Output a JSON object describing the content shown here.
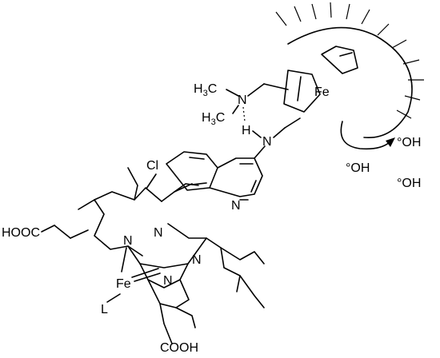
{
  "labels": {
    "h3c_top": "H",
    "h3c_top_sub": "3",
    "h3c_top_c": "C",
    "h3c_bot": "H",
    "h3c_bot_sub": "3",
    "h3c_bot_c": "C",
    "n_amine": "N",
    "h_bond": "H",
    "nh_link": "N",
    "h_link": "H",
    "fe_ferrocene": "Fe",
    "cl": "Cl",
    "n_quinoline": "N",
    "hooc": "HOOC",
    "n_porph_1": "N",
    "n_porph_2": "N",
    "n_porph_3": "N",
    "n_porph_4": "N",
    "fe_heme": "Fe",
    "ligand": "L",
    "cooh": "COOH",
    "oh1": "°OH",
    "oh2": "°OH",
    "oh3": "°OH"
  }
}
